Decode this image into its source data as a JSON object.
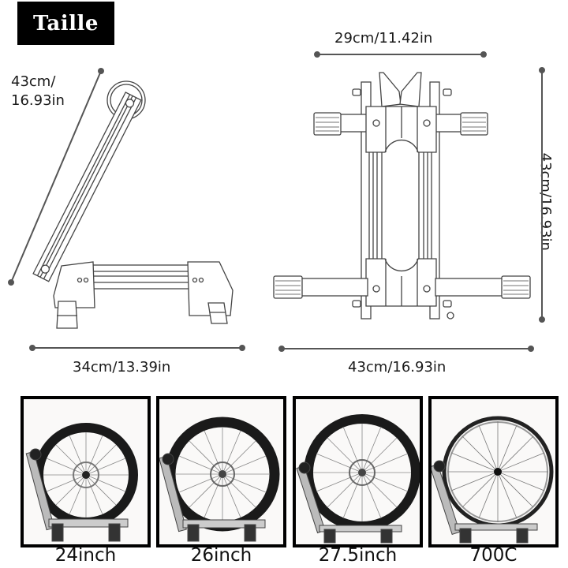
{
  "header": {
    "title": "Taille"
  },
  "dimensions": {
    "side_view_height": "43cm/\n16.93in",
    "side_view_height_line1": "43cm/",
    "side_view_height_line2": "16.93in",
    "side_view_length": "34cm/13.39in",
    "top_view_width": "29cm/11.42in",
    "top_view_depth": "43cm/16.93in",
    "top_view_height": "43cm/16.93in"
  },
  "diagrams": [
    {
      "name": "side-view",
      "description": "Folded stand side profile"
    },
    {
      "name": "top-view",
      "description": "Stand top/front view with four feet"
    }
  ],
  "wheel_sizes": [
    {
      "label": "24inch",
      "tire": "thick"
    },
    {
      "label": "26inch",
      "tire": "thick"
    },
    {
      "label": "27.5inch",
      "tire": "thick"
    },
    {
      "label": "700C",
      "tire": "thin"
    }
  ],
  "colors": {
    "badge_bg": "#000000",
    "badge_text": "#ffffff",
    "line": "#555555",
    "stroke": "#444444",
    "frame_border": "#000000"
  }
}
